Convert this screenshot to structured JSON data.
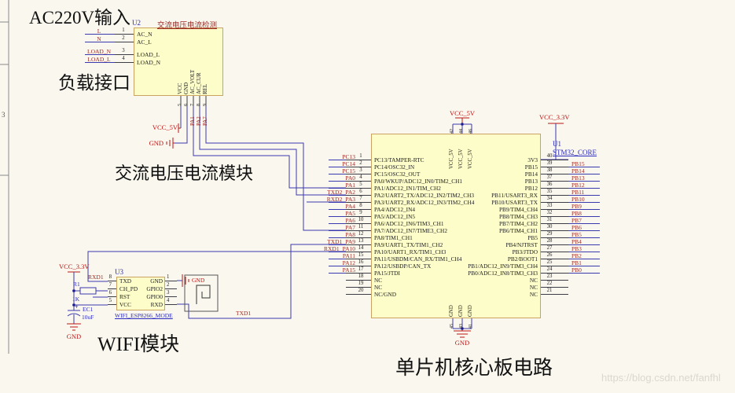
{
  "sheet": {
    "zone_label": "3"
  },
  "titles": {
    "ac_input": "AC220V输入",
    "load_port": "负载接口",
    "ac_module": "交流电压电流模块",
    "wifi": "WIFI模块",
    "mcu": "单片机核心板电路"
  },
  "watermark": "https://blog.csdn.net/fanfhl",
  "colors": {
    "background": "#f9f7ee",
    "component_fill": "#fdfdc9",
    "component_border": "#c9a35f",
    "wire_blue": "#3a3aae",
    "net_label_red": "#9e2b25",
    "power_red": "#c01515",
    "designator_blue": "#2a2ac0",
    "watermark_gray": "#dbd8ce"
  },
  "u2": {
    "ref": "U2",
    "comment": "交流电压电流检测",
    "left_pins": [
      {
        "n": "1",
        "name": "AC_N",
        "net": "L"
      },
      {
        "n": "2",
        "name": "AC_L",
        "net": "N"
      },
      {
        "n": "3",
        "name": "LOAD_L",
        "net": "LOAD_N"
      },
      {
        "n": "4",
        "name": "LOAD_N",
        "net": "LOAD_L"
      }
    ],
    "bottom_pins": [
      {
        "n": "5",
        "name": "VCC"
      },
      {
        "n": "6",
        "name": "GND"
      },
      {
        "n": "7",
        "name": "AC_VOLT",
        "net": "PA1"
      },
      {
        "n": "8",
        "name": "AC_CUR",
        "net": "PA2"
      },
      {
        "n": "9",
        "name": "REL",
        "net": "PA7"
      }
    ],
    "vcc_label": "VCC_5V",
    "gnd_label": "GND"
  },
  "u1": {
    "ref": "U1",
    "comment": "STM32_CORE",
    "vcc33_label": "VCC_3.3V",
    "vcc5_label": "VCC_5V",
    "gnd_label": "GND",
    "top_pins": [
      {
        "n": "42",
        "name": "VCC_5V"
      },
      {
        "n": "44",
        "name": "VCC_5V"
      },
      {
        "n": "46",
        "name": "VCC_5V"
      }
    ],
    "bottom_pins": [
      {
        "n": "45",
        "name": "GND"
      },
      {
        "n": "43",
        "name": "GND"
      },
      {
        "n": "41",
        "name": "GND"
      }
    ],
    "rows": [
      {
        "ln": "1",
        "lname": "PC13/TAMPER-RTC",
        "lnet": "PC13",
        "rn": "40",
        "rname": "3V3"
      },
      {
        "ln": "2",
        "lname": "PC14/OSC32_IN",
        "lnet": "PC14",
        "rn": "39",
        "rname": "PB15",
        "rnet": "PB15"
      },
      {
        "ln": "3",
        "lname": "PC15/OSC32_OUT",
        "lnet": "PC15",
        "rn": "38",
        "rname": "PB14",
        "rnet": "PB14"
      },
      {
        "ln": "4",
        "lname": "PA0/WKUP/ADC12_IN0/TIM2_CH1",
        "lnet": "PA0",
        "rn": "37",
        "rname": "PB13",
        "rnet": "PB13"
      },
      {
        "ln": "5",
        "lname": "PA1/ADC12_IN1/TIM_CH2",
        "lnet": "PA1",
        "rn": "36",
        "rname": "PB12",
        "rnet": "PB12"
      },
      {
        "ln": "6",
        "lname": "PA2/UART2_TX/ADC12_IN2/TIM2_CH3",
        "lnet": "PA2",
        "ltag": "TXD2",
        "rn": "35",
        "rname": "PB11/USART3_RX",
        "rnet": "PB11"
      },
      {
        "ln": "7",
        "lname": "PA3/UART2_RX/ADC12_IN3/TIM2_CH4",
        "lnet": "PA3",
        "ltag": "RXD2",
        "rn": "34",
        "rname": "PB10/USART3_TX",
        "rnet": "PB10"
      },
      {
        "ln": "8",
        "lname": "PA4/ADC12_IN4",
        "lnet": "PA4",
        "rn": "33",
        "rname": "PB9/TIM4_CH4",
        "rnet": "PB9"
      },
      {
        "ln": "9",
        "lname": "PA5/ADC12_IN5",
        "lnet": "PA5",
        "rn": "32",
        "rname": "PB8/TIM4_CH3",
        "rnet": "PB8"
      },
      {
        "ln": "10",
        "lname": "PA6/ADC12_IN6/TIM3_CH1",
        "lnet": "PA6",
        "rn": "31",
        "rname": "PB7/TIM4_CH2",
        "rnet": "PB7"
      },
      {
        "ln": "11",
        "lname": "PA7/ADC12_IN7/TIME3_CH2",
        "lnet": "PA7",
        "rn": "30",
        "rname": "PB6/TIM4_CH1",
        "rnet": "PB6"
      },
      {
        "ln": "12",
        "lname": "PA8/TIM1_CH1",
        "lnet": "PA8",
        "rn": "29",
        "rname": "PB5",
        "rnet": "PB5"
      },
      {
        "ln": "13",
        "lname": "PA9/UART1_TX/TIM1_CH2",
        "lnet": "PA9",
        "ltag": "TXD1",
        "rn": "28",
        "rname": "PB4/NJTRST",
        "rnet": "PB4"
      },
      {
        "ln": "14",
        "lname": "PA10/UART1_RX/TIM1_CH3",
        "lnet": "PA10",
        "ltag": "RXD1",
        "rn": "27",
        "rname": "PB3/JTDO",
        "rnet": "PB3"
      },
      {
        "ln": "15",
        "lname": "PA11/USBDM/CAN_RX/TIM1_CH4",
        "lnet": "PA11",
        "rn": "26",
        "rname": "PB2/BOOT1",
        "rnet": "PB2"
      },
      {
        "ln": "16",
        "lname": "PA12/USBDP/CAN_TX",
        "lnet": "PA12",
        "rn": "25",
        "rname": "PB1/ADC12_IN9/TIM3_CH4",
        "rnet": "PB1"
      },
      {
        "ln": "17",
        "lname": "PA15/JTDI",
        "lnet": "PA15",
        "rn": "24",
        "rname": "PB0/ADC12_IN8/TIM3_CH3",
        "rnet": "PB0"
      },
      {
        "ln": "18",
        "lname": "NC",
        "rn": "23",
        "rname": "NC"
      },
      {
        "ln": "19",
        "lname": "NC",
        "rn": "22",
        "rname": "NC"
      },
      {
        "ln": "20",
        "lname": "NC/GND",
        "rn": "21",
        "rname": "NC"
      }
    ]
  },
  "u3": {
    "ref": "U3",
    "comment": "WIFI_ESP8266_MODE",
    "rows": [
      {
        "ln": "8",
        "lname": "TXD",
        "rn": "1",
        "rname": "GND"
      },
      {
        "ln": "7",
        "lname": "CH_PD",
        "rn": "2",
        "rname": "GPIO2"
      },
      {
        "ln": "6",
        "lname": "RST",
        "rn": "3",
        "rname": "GPIO0"
      },
      {
        "ln": "5",
        "lname": "VCC",
        "rn": "4",
        "rname": "RXD"
      }
    ],
    "r1": {
      "ref": "R1",
      "val": "1K"
    },
    "ec1": {
      "ref": "EC1",
      "val": "10uF",
      "plus": "+"
    },
    "vcc_label": "VCC_3.3V",
    "gnd_label": "GND",
    "gnd_right_label": "GND",
    "rxd1_label": "RXD1",
    "txd1_label": "TXD1"
  }
}
